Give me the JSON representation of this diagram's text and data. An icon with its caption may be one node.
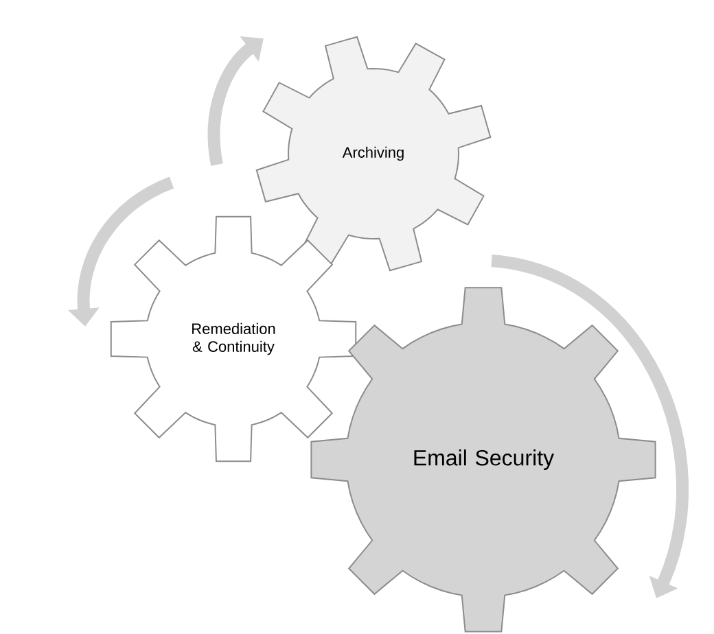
{
  "diagram": {
    "nodes": [
      {
        "text": [
          "Archiving"
        ]
      },
      {
        "text": [
          "Remediation & Continuity"
        ]
      },
      {
        "text": [
          "Email Security"
        ]
      }
    ]
  }
}
